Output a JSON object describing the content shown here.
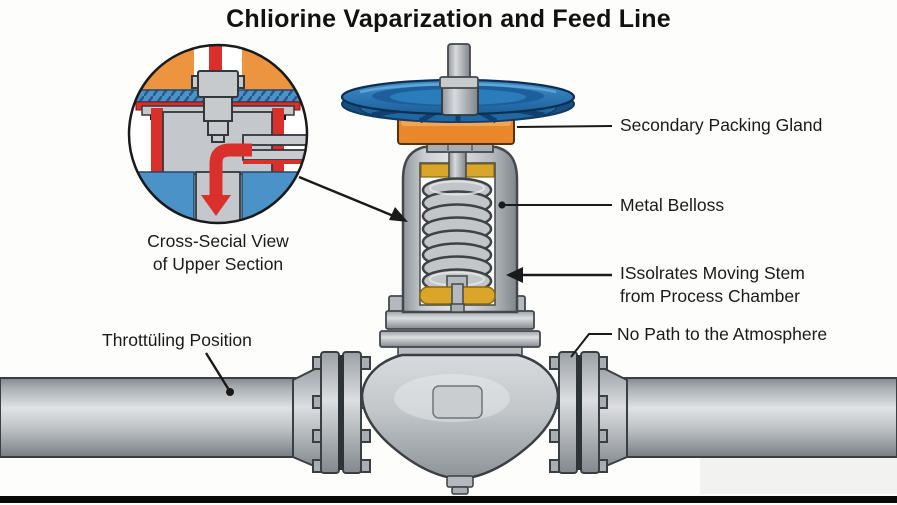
{
  "title": "Chliorine Vaparization and Feed Line",
  "inset": {
    "caption_line1": "Cross-Secial View",
    "caption_line2": "of Upper Section"
  },
  "labels": {
    "secondary_packing_gland": "Secondary Packing Gland",
    "metal_bellows": "Metal Belloss",
    "isolates_line1": "ISsolrates Moving Stem",
    "isolates_line2": "from Process Chamber",
    "no_path_atmosphere": "No Path to the Atmosphere",
    "throttling_position": "Throttüling Position"
  },
  "colors": {
    "handwheel_blue": "#2a7cba",
    "handwheel_blue_dark": "#2068a2",
    "gland_orange": "#e8872b",
    "bellows_gold": "#d9a62a",
    "inset_red": "#d9302c",
    "inset_blue": "#4a92c8",
    "inset_orange": "#ec9440",
    "leader_line": "#1a1a1a",
    "bottom_bar": "#0a0a0a"
  }
}
